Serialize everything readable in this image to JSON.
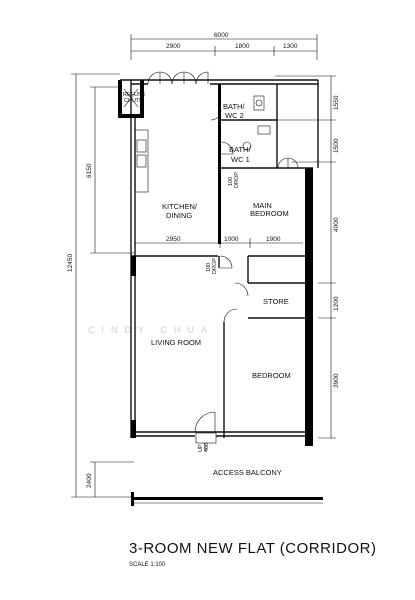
{
  "title": "3-ROOM NEW FLAT (CORRIDOR)",
  "scale": "SCALE  1:100",
  "watermark": "CINDY CHUA",
  "rooms": {
    "bath_wc_2": [
      "BATH/",
      "WC 2"
    ],
    "bath_wc_1": [
      "BATH/",
      "WC 1"
    ],
    "kitchen": [
      "KITCHEN/",
      "DINING"
    ],
    "main_bedroom": [
      "MAIN",
      "BEDROOM"
    ],
    "store": "STORE",
    "living_room": "LIVING ROOM",
    "bedroom": "BEDROOM",
    "access_balcony": "ACCESS  BALCONY"
  },
  "labels": {
    "refuse_chute": [
      "REFUSE",
      "CHUTE"
    ],
    "drop_100_a": [
      "100",
      "DROP"
    ],
    "drop_100_b": [
      "100",
      "DROP"
    ],
    "up_400": [
      "UP",
      "400"
    ]
  },
  "dimensions": {
    "top_total": "6000",
    "top_seg1": "2900",
    "top_seg2": "1800",
    "top_seg3": "1300",
    "left_total": "12450",
    "left_upper": "6150",
    "left_lower": "2400",
    "right_1": "1550",
    "right_2": "1500",
    "right_3": "4000",
    "right_4": "1200",
    "right_5": "3900",
    "mid_1": "2950",
    "mid_2": "1000",
    "mid_3": "1900"
  }
}
